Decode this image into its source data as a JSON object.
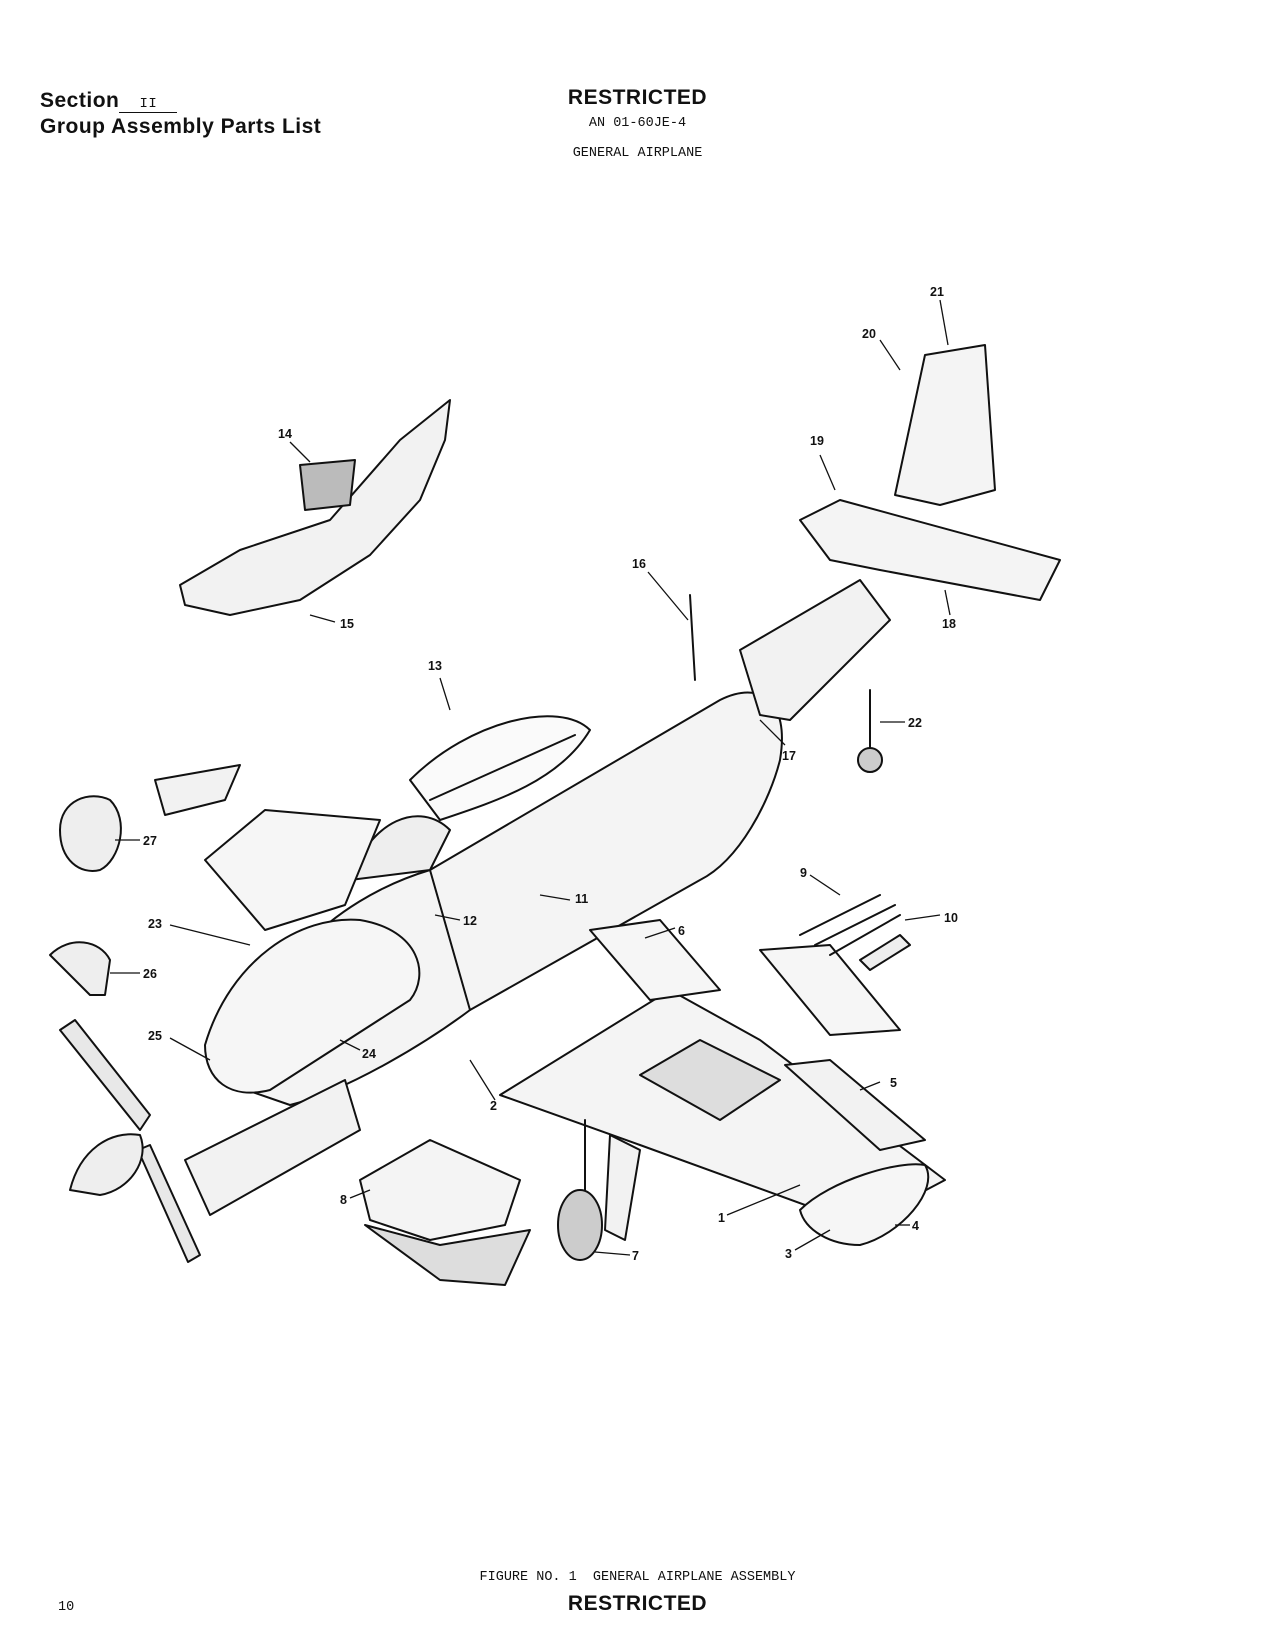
{
  "header": {
    "section_label": "Section",
    "section_value": "II",
    "group_title": "Group Assembly Parts List",
    "classification": "RESTRICTED",
    "document_number": "AN 01-60JE-4",
    "subject": "GENERAL AIRPLANE"
  },
  "figure": {
    "caption": "FIGURE NO. 1  GENERAL AIRPLANE ASSEMBLY",
    "callouts": [
      "1",
      "2",
      "3",
      "4",
      "5",
      "6",
      "7",
      "8",
      "9",
      "10",
      "11",
      "12",
      "13",
      "14",
      "15",
      "16",
      "17",
      "18",
      "19",
      "20",
      "21",
      "22",
      "23",
      "24",
      "25",
      "26",
      "27"
    ]
  },
  "footer": {
    "page_number": "10",
    "classification": "RESTRICTED"
  }
}
